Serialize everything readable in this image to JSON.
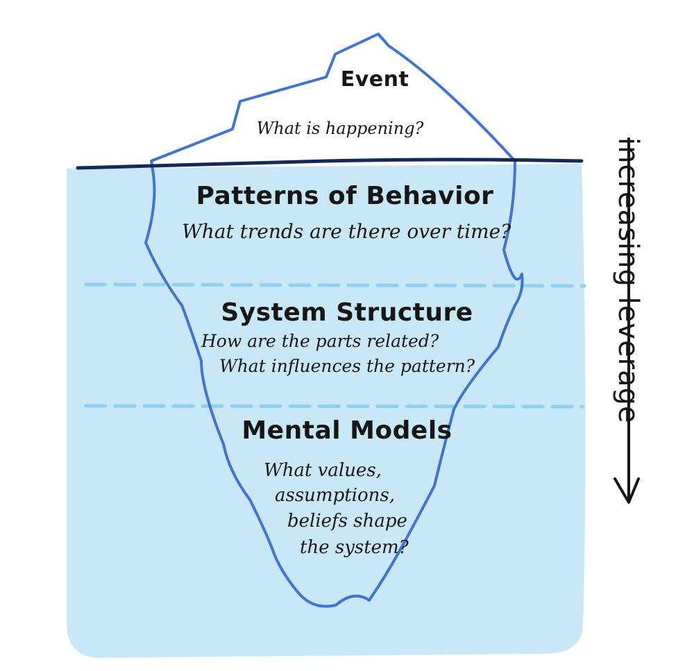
{
  "colors": {
    "water": "#c9e8f7",
    "iceberg_outline": "#3f74d6",
    "waterline": "#13295c",
    "dashed_line": "#8fd0f0",
    "text": "#161616"
  },
  "levels": [
    {
      "heading": "Event",
      "question_lines": [
        "What is happening?"
      ]
    },
    {
      "heading": "Patterns of Behavior",
      "question_lines": [
        "What trends are there over time?"
      ]
    },
    {
      "heading": "System Structure",
      "question_lines": [
        "How are the parts related?",
        "What influences the pattern?"
      ]
    },
    {
      "heading": "Mental Models",
      "question_lines": [
        "What values,",
        "assumptions,",
        "beliefs shape",
        "the system?"
      ]
    }
  ],
  "side_label": "increasing leverage",
  "arrow_icon": "arrow-down-icon"
}
